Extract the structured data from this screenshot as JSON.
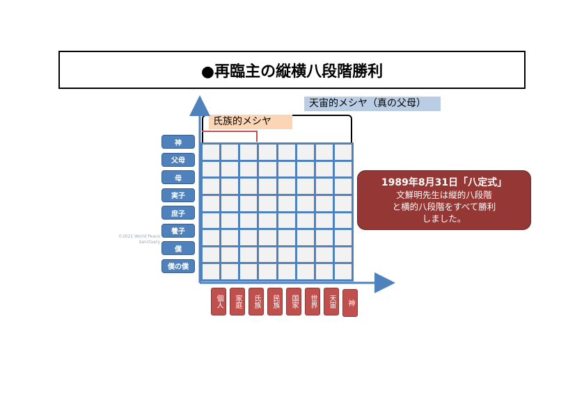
{
  "title": "●再臨主の縦横八段階勝利",
  "labels": {
    "cosmic_messiah": "天宙的メシヤ（真の父母）",
    "tribal_messiah": "氏族的メシヤ"
  },
  "y_axis": [
    "神",
    "父母",
    "母",
    "実子",
    "庶子",
    "養子",
    "僕",
    "僕の僕"
  ],
  "x_axis": [
    "個人",
    "家庭",
    "氏族",
    "民族",
    "国家",
    "世界",
    "天宙",
    "神"
  ],
  "callout": {
    "line1": "1989年8月31日「八定式」",
    "line2": "文鮮明先生は縦的八段階",
    "line3": "と横的八段階をすべて勝利",
    "line4": "しました。"
  },
  "watermark": {
    "line1": "©2021 World Peace",
    "line2": "Sanctuary"
  },
  "colors": {
    "grid": "#4f81bd",
    "y_labels": "#4f81bd",
    "x_labels": "#c0504d",
    "callout": "#953735",
    "blue_label": "#b9cde5",
    "peach_label": "#fcd5b5"
  }
}
